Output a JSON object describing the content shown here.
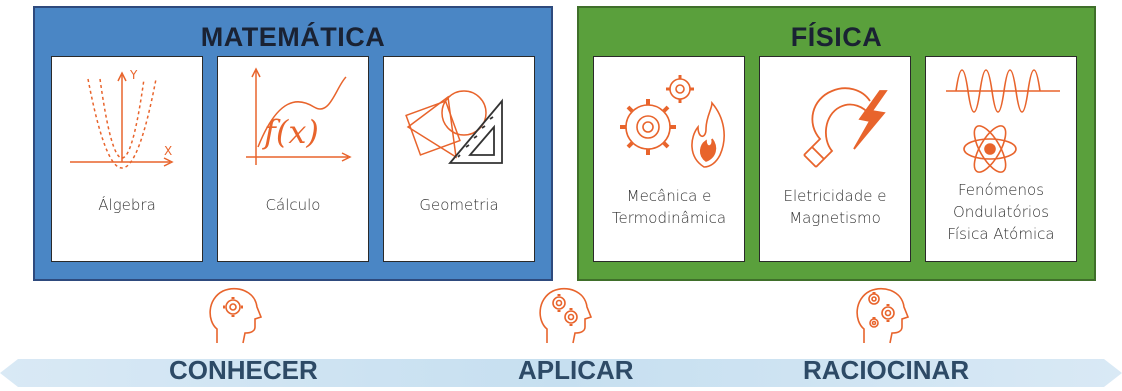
{
  "math": {
    "title": "MATEMÁTICA",
    "cards": [
      {
        "label": "Álgebra",
        "icon": "parabola-graph-icon"
      },
      {
        "label": "Cálculo",
        "icon": "function-graph-icon"
      },
      {
        "label": "Geometria",
        "icon": "geometry-tools-icon"
      }
    ]
  },
  "physics": {
    "title": "FÍSICA",
    "cards": [
      {
        "label_lines": [
          "Mecânica e",
          "Termodinâmica"
        ],
        "icon": "gears-flame-icon"
      },
      {
        "label_lines": [
          "Eletricidade e",
          "Magnetismo"
        ],
        "icon": "magnet-lightning-icon"
      },
      {
        "label_lines": [
          "Fenómenos",
          "Ondulatórios",
          "Física Atómica"
        ],
        "icon": "wave-atom-icon"
      }
    ]
  },
  "stages": [
    {
      "label": "CONHECER",
      "icon": "head-one-gear-icon"
    },
    {
      "label": "APLICAR",
      "icon": "head-two-gears-icon"
    },
    {
      "label": "RACIOCINAR",
      "icon": "head-three-gears-icon"
    }
  ],
  "colors": {
    "math_panel": "#4a86c5",
    "physics_panel": "#5aa03c",
    "icon_orange": "#e8642c",
    "stage_text": "#2d4a66",
    "arrow_band": "#cfe3f2"
  }
}
